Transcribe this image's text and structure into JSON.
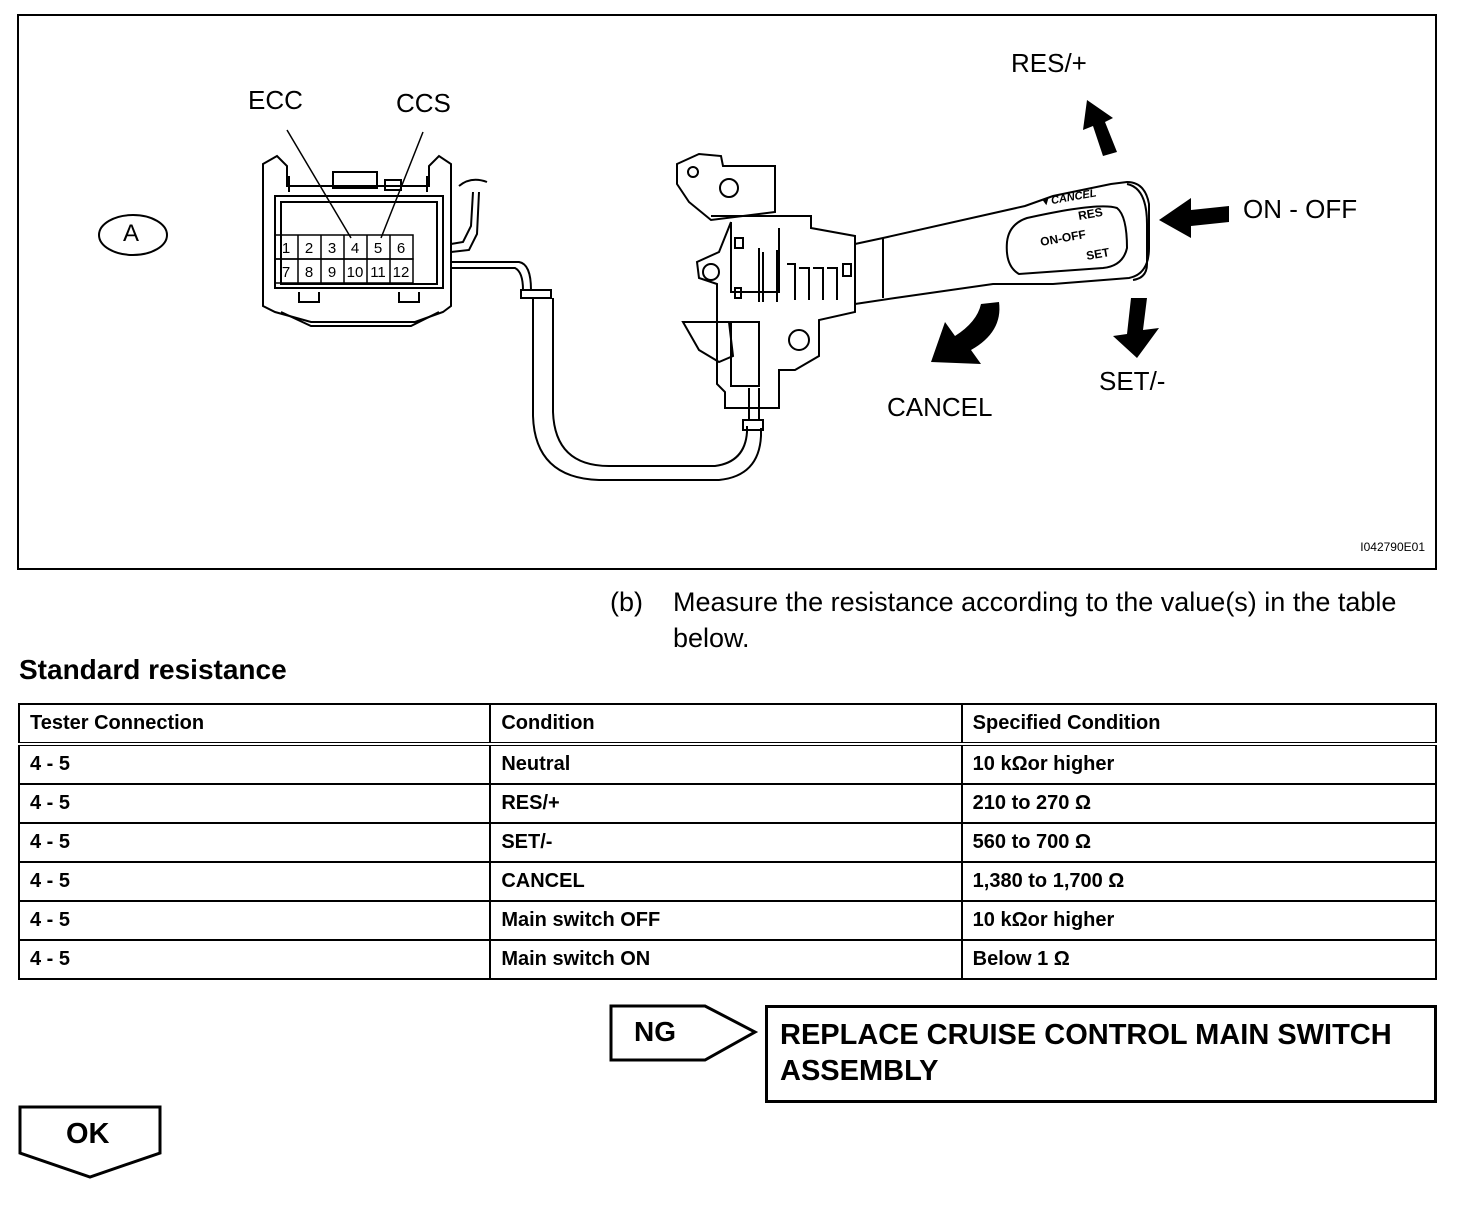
{
  "figure": {
    "connector_label": "A",
    "pin_labels": [
      "ECC",
      "CCS"
    ],
    "pins": [
      "1",
      "2",
      "3",
      "4",
      "5",
      "6",
      "7",
      "8",
      "9",
      "10",
      "11",
      "12"
    ],
    "direction_labels": {
      "res": "RES/+",
      "on_off": "ON - OFF",
      "set": "SET/-",
      "cancel": "CANCEL"
    },
    "lever_marks": {
      "cancel": "▼CANCEL",
      "res": "RES",
      "on_off": "ON-OFF",
      "set": "SET"
    },
    "figure_id": "I042790E01"
  },
  "step": {
    "marker": "(b)",
    "text": "Measure the resistance according to the value(s) in the table below."
  },
  "section_title": "Standard resistance",
  "table": {
    "headers": [
      "Tester Connection",
      "Condition",
      "Specified Condition"
    ],
    "rows": [
      [
        "4 - 5",
        "Neutral",
        "10 kΩor higher"
      ],
      [
        "4 - 5",
        "RES/+",
        "210 to 270 Ω"
      ],
      [
        "4 - 5",
        "SET/-",
        "560 to 700 Ω"
      ],
      [
        "4 - 5",
        "CANCEL",
        "1,380 to 1,700 Ω"
      ],
      [
        "4 - 5",
        "Main switch OFF",
        "10 kΩor higher"
      ],
      [
        "4 - 5",
        "Main switch ON",
        "Below 1 Ω"
      ]
    ]
  },
  "ng": {
    "label": "NG",
    "action": "REPLACE CRUISE CONTROL MAIN SWITCH ASSEMBLY"
  },
  "ok": {
    "label": "OK"
  }
}
